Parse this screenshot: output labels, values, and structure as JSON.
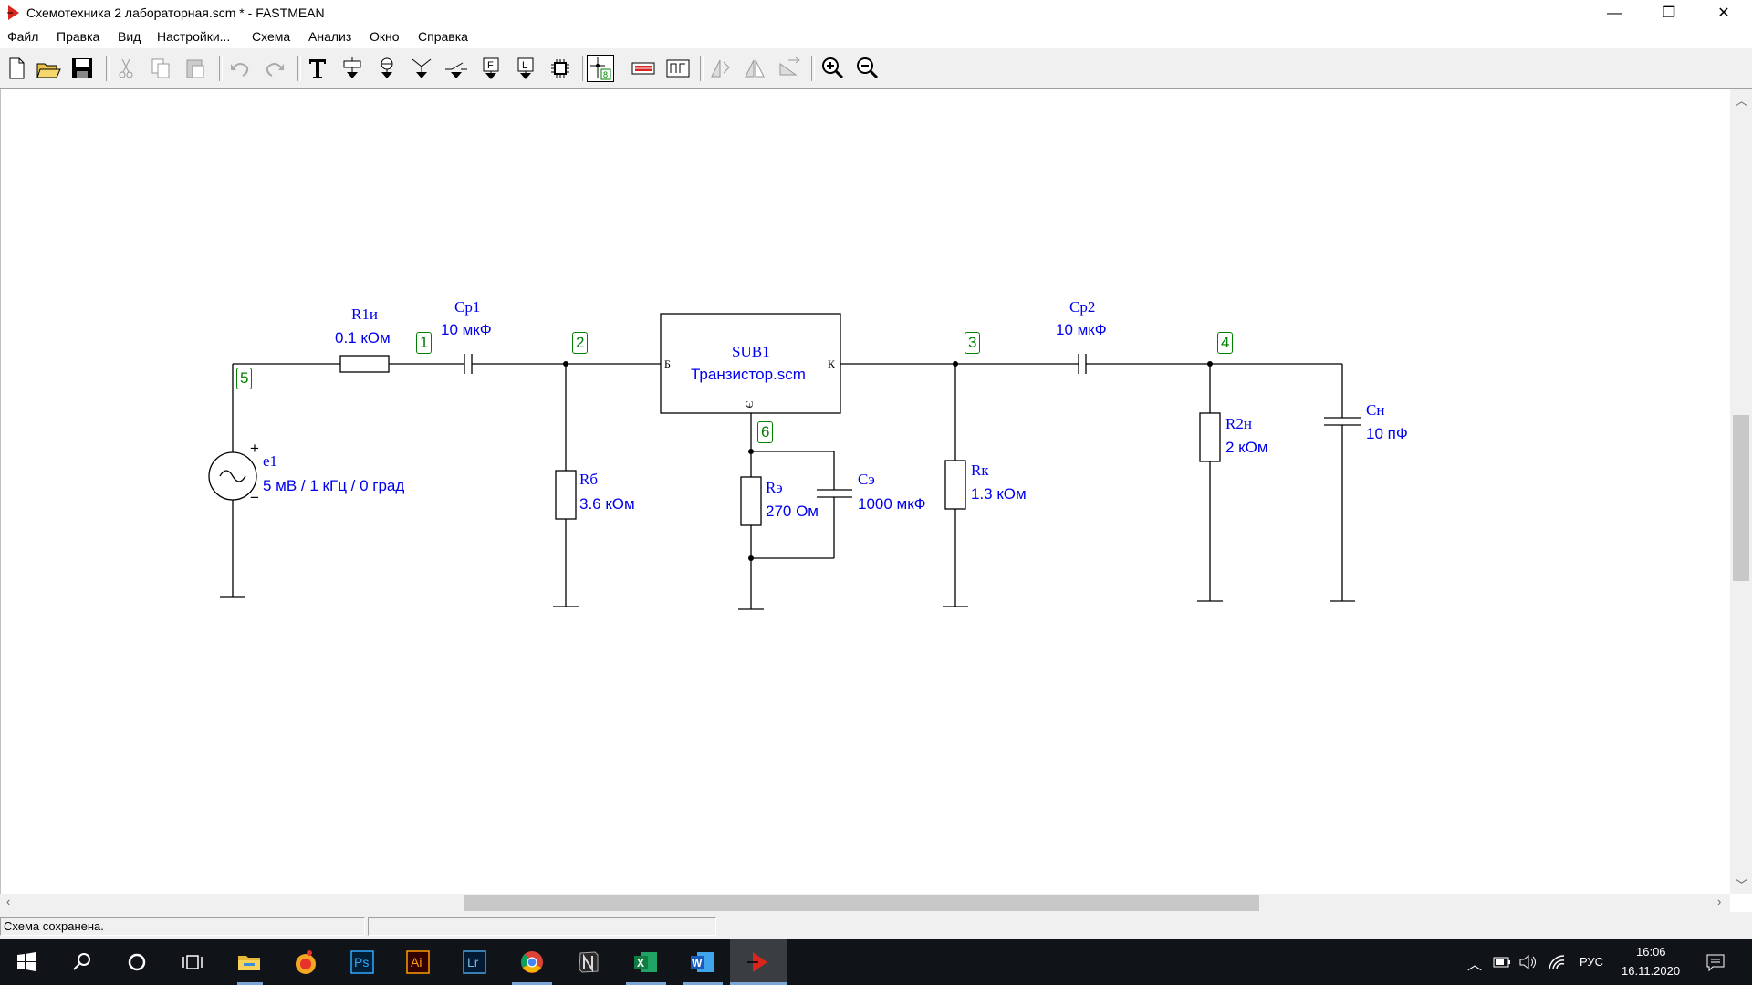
{
  "window": {
    "title": "Схемотехника 2 лабораторная.scm * - FASTMEAN",
    "minimize": "—",
    "maximize": "❐",
    "close": "✕"
  },
  "menu": [
    "Файл",
    "Правка",
    "Вид",
    "Настройки...",
    "Схема",
    "Анализ",
    "Окно",
    "Справка"
  ],
  "toolbar_icons": [
    "new-file-icon",
    "open-folder-icon",
    "save-icon",
    "cut-icon",
    "copy-icon",
    "paste-icon",
    "undo-icon",
    "redo-icon",
    "text-tool-icon",
    "resistor-tool-icon",
    "ground-tool-icon",
    "source-tool-icon",
    "switch-tool-icon",
    "f-block-icon",
    "l-block-icon",
    "chip-icon",
    "node-number-icon",
    "red-element-icon",
    "graph-icon",
    "flip-icon",
    "mirror-icon",
    "rotate-icon",
    "zoom-in-icon",
    "zoom-out-icon"
  ],
  "schematic": {
    "R1": {
      "name": "R1и",
      "value": "0.1 кОм"
    },
    "Cp1": {
      "name": "Ср1",
      "value": "10 мкФ"
    },
    "sub": {
      "name": "SUB1",
      "file": "Транзистор.scm",
      "pin_b": "Б",
      "pin_k": "К",
      "pin_e": "Э"
    },
    "Cp2": {
      "name": "Ср2",
      "value": "10 мкФ"
    },
    "e1": {
      "name": "e1",
      "value": "5 мВ / 1 кГц / 0 град",
      "plus": "+",
      "minus": "−"
    },
    "Rb": {
      "name": "Rб",
      "value": "3.6 кОм"
    },
    "Re": {
      "name": "Rэ",
      "value": "270 Ом"
    },
    "Ce": {
      "name": "Сэ",
      "value": "1000 мкФ"
    },
    "Rk": {
      "name": "Rк",
      "value": "1.3 кОм"
    },
    "R2": {
      "name": "R2н",
      "value": "2 кОм"
    },
    "Cn": {
      "name": "Сн",
      "value": "10 пФ"
    },
    "nodes": [
      "1",
      "2",
      "3",
      "4",
      "5",
      "6"
    ]
  },
  "status": {
    "message": "Схема сохранена.",
    "pane2": ""
  },
  "taskbar": {
    "apps": [
      "start-icon",
      "search-icon",
      "cortana-icon",
      "task-view-icon",
      "file-explorer-icon",
      "yandex-browser-icon",
      "photoshop-icon",
      "illustrator-icon",
      "lightroom-icon",
      "chrome-icon",
      "notion-icon",
      "excel-icon",
      "word-icon",
      "fastmean-icon"
    ],
    "ps": "Ps",
    "ai": "Ai",
    "lr": "Lr",
    "x": "X",
    "w": "W",
    "lang": "РУС",
    "time": "16:06",
    "date": "16.11.2020"
  }
}
